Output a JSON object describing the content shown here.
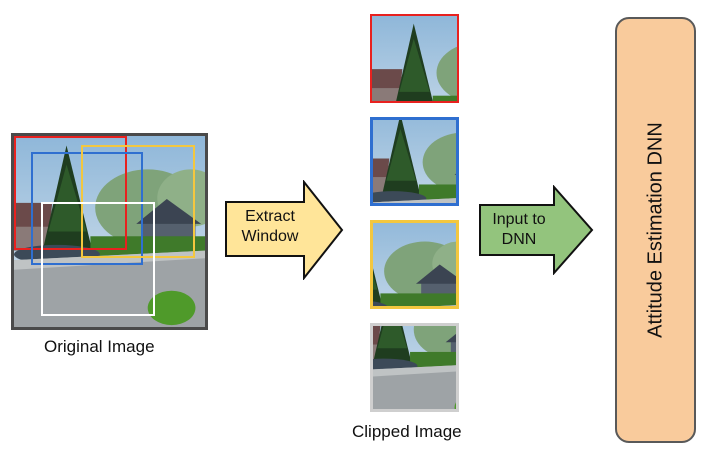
{
  "captions": {
    "original_image": "Original Image",
    "clipped_image": "Clipped Image"
  },
  "arrows": {
    "extract": {
      "line1": "Extract",
      "line2": "Window",
      "color": "#ffe599"
    },
    "input": {
      "line1": "Input to",
      "line2": "DNN",
      "color": "#93c47d"
    }
  },
  "dnn": {
    "label": "Attitude Estimation DNN",
    "color": "#f9cb9c"
  },
  "window_colors": {
    "red": "#e8211f",
    "blue": "#2f6fd0",
    "yellow": "#f3c73f",
    "white": "#ffffff",
    "gray": "#cfcfcf"
  }
}
